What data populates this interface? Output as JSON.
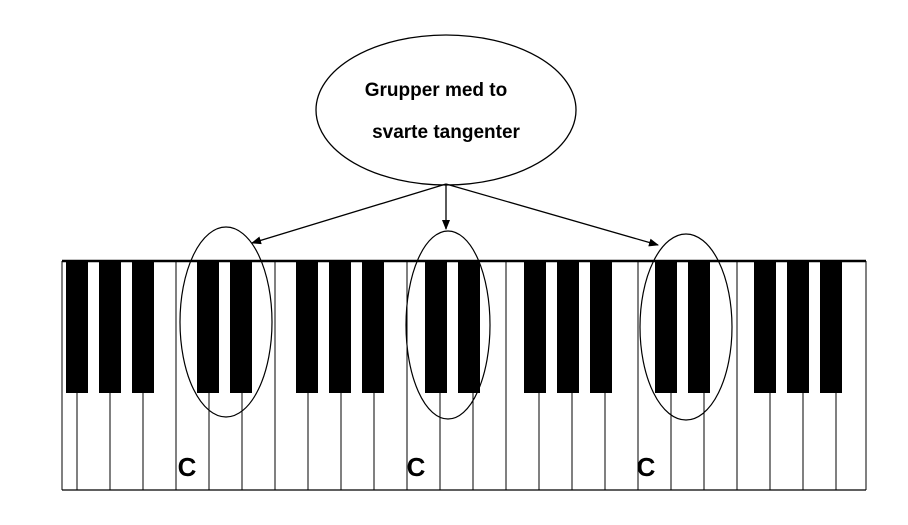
{
  "callout": {
    "line1": "Grupper med to",
    "line2": "svarte tangenter"
  },
  "keyboard": {
    "pattern": [
      "wide-gap-triple",
      "pair",
      "triple",
      "pair",
      "triple",
      "pair",
      "triple"
    ],
    "c_label": "C",
    "c_labels": [
      "C",
      "C",
      "C"
    ]
  },
  "colors": {
    "ink": "#000000",
    "white_key": "#ffffff"
  }
}
